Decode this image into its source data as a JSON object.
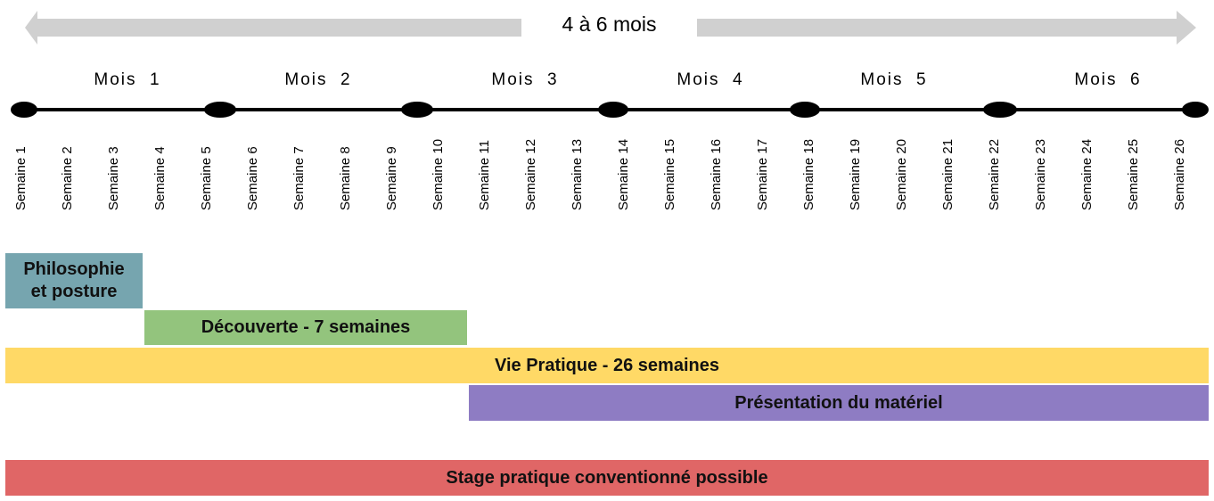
{
  "duration": {
    "label": "4 à 6 mois"
  },
  "months": [
    "Mois  1",
    "Mois  2",
    "Mois  3",
    "Mois  4",
    "Mois  5",
    "Mois  6"
  ],
  "weeks": [
    "Semaine 1",
    "Semaine 2",
    "Semaine 3",
    "Semaine 4",
    "Semaine 5",
    "Semaine 6",
    "Semaine 7",
    "Semaine 8",
    "Semaine 9",
    "Semaine 10",
    "Semaine 11",
    "Semaine 12",
    "Semaine 13",
    "Semaine 14",
    "Semaine 15",
    "Semaine 16",
    "Semaine 17",
    "Semaine 18",
    "Semaine 19",
    "Semaine 20",
    "Semaine 21",
    "Semaine 22",
    "Semaine 23",
    "Semaine 24",
    "Semaine 25",
    "Semaine 26"
  ],
  "phases": {
    "philosophie": "Philosophie\net posture",
    "decouverte": "Découverte - 7 semaines",
    "vie_pratique": "Vie Pratique - 26 semaines",
    "materiel": "Présentation du matériel",
    "stage": "Stage pratique conventionné possible"
  },
  "colors": {
    "arrow": "#d0d0d0",
    "philosophie": "#76a5af",
    "decouverte": "#93c47d",
    "vie_pratique": "#ffd966",
    "materiel": "#8e7cc3",
    "stage": "#e06666"
  }
}
